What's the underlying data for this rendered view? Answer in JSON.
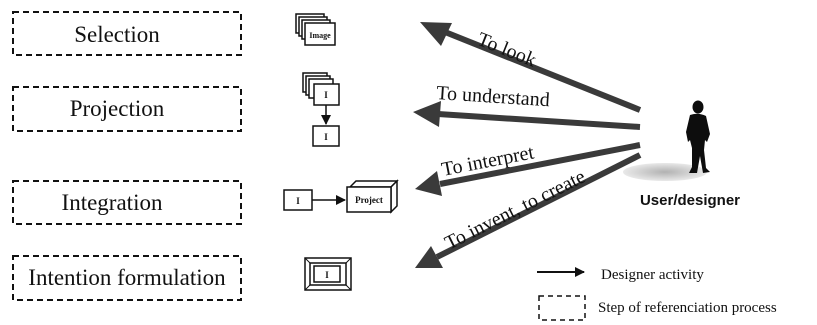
{
  "steps": [
    {
      "label": "Selection"
    },
    {
      "label": "Projection"
    },
    {
      "label": "Integration"
    },
    {
      "label": "Intention formulation"
    }
  ],
  "icons": {
    "image_label": "Image",
    "i_label": "I",
    "project_label": "Project"
  },
  "arrows": [
    {
      "label": "To look"
    },
    {
      "label": "To understand"
    },
    {
      "label": "To interpret"
    },
    {
      "label": "To invent, to create"
    }
  ],
  "actor": {
    "label": "User/designer",
    "icon": "person-silhouette-icon"
  },
  "legend": {
    "activity": "Designer activity",
    "step": "Step of referenciation process"
  },
  "colors": {
    "arrow": "#3a3a3a",
    "line": "#111111",
    "box_fill": "#ffffff",
    "shadow": "#bdbdbd",
    "silhouette": "#0d0d0d"
  }
}
